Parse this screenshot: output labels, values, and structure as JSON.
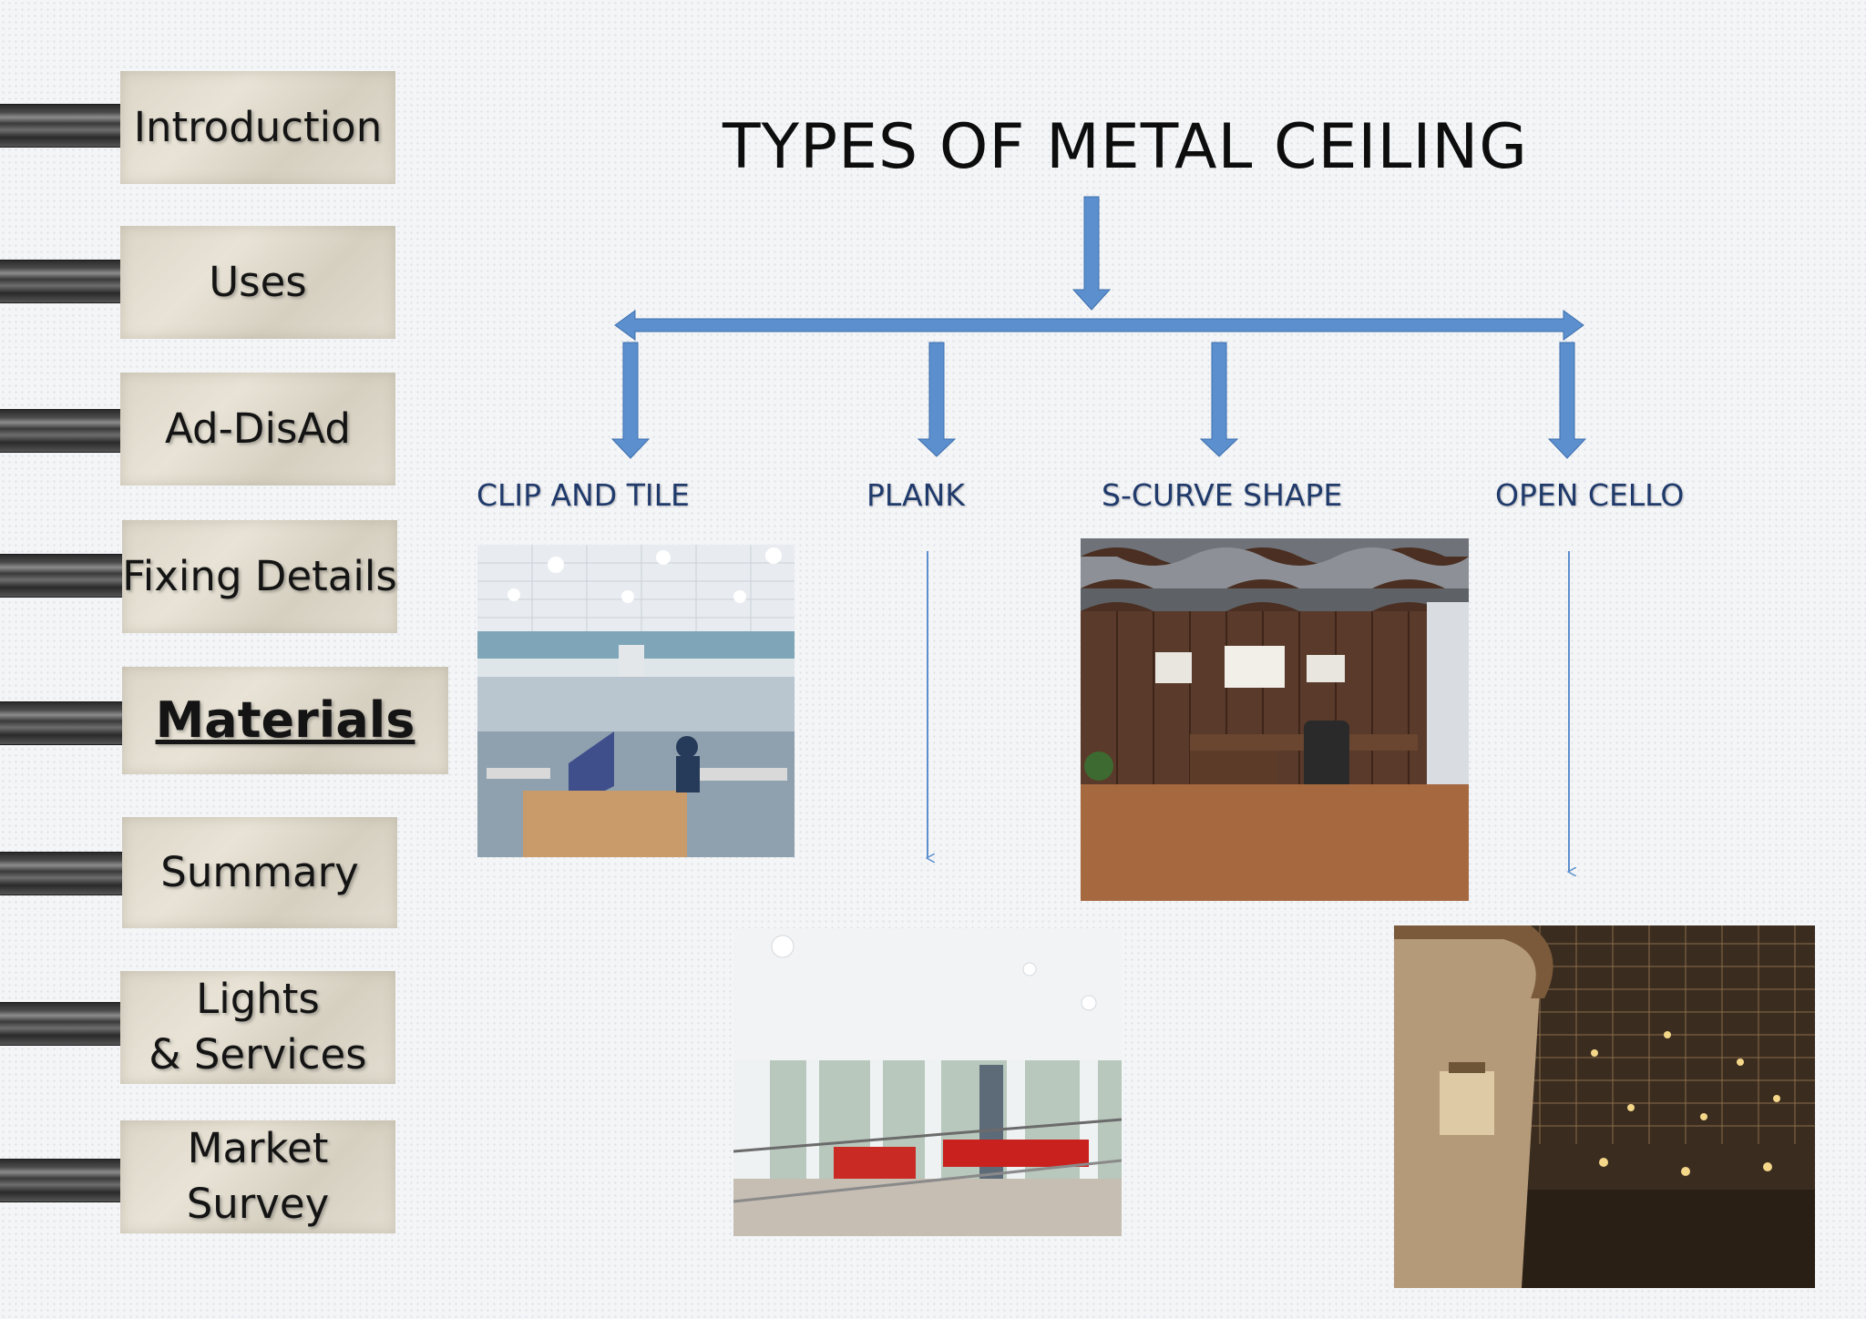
{
  "title": "TYPES OF METAL CEILING",
  "nav": {
    "items": [
      {
        "label": "Introduction"
      },
      {
        "label": "Uses"
      },
      {
        "label": "Ad-DisAd"
      },
      {
        "label": "Fixing Details"
      },
      {
        "label": "Materials",
        "active": true
      },
      {
        "label": "Summary"
      },
      {
        "label": "Lights\n& Services"
      },
      {
        "label": "Market Survey"
      }
    ]
  },
  "categories": [
    {
      "label": "CLIP AND TILE"
    },
    {
      "label": "PLANK"
    },
    {
      "label": "S-CURVE SHAPE"
    },
    {
      "label": "OPEN CELLO"
    }
  ],
  "colors": {
    "arrow": "#5b8fcd",
    "label": "#1f3a6b",
    "tab": "#dcd6c8"
  }
}
